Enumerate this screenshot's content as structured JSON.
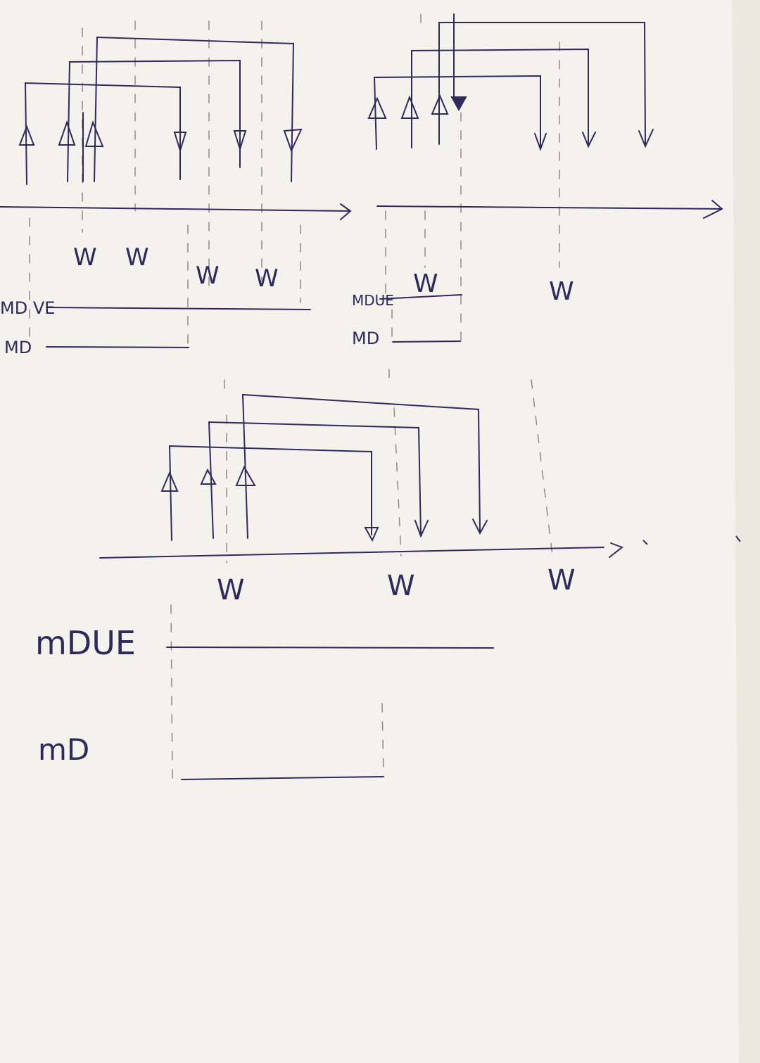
{
  "colors": {
    "paper": "#f3f2ec",
    "ink": "#2e2a5e",
    "pencil": "#8d8b84",
    "background": "#5a4f44"
  },
  "diagram_1": {
    "w_labels": [
      "W",
      "W",
      "W",
      "W"
    ],
    "row_labels": {
      "mdue": "MD VE",
      "md": "MD"
    }
  },
  "diagram_2": {
    "w_labels": [
      "W",
      "W"
    ],
    "row_labels": {
      "mdue": "MDUE",
      "md": "MD"
    }
  },
  "diagram_3": {
    "w_labels": [
      "W",
      "W",
      "W"
    ],
    "row_labels": {
      "mdue": "mDUE",
      "md": "mD"
    }
  }
}
